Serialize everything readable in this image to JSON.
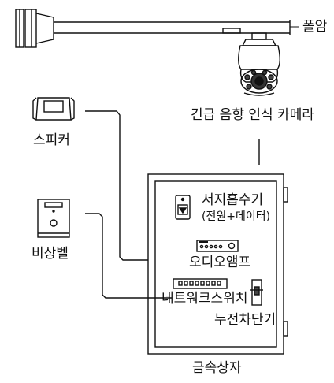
{
  "labels": {
    "pole": "폴암",
    "camera": "긴급 음향 인식 카메라",
    "speaker": "스피커",
    "emergency_bell": "비상벨",
    "surge_protector": "서지흡수기",
    "surge_protector_sub": "(전원+데이터)",
    "audio_amp": "오디오앰프",
    "network_switch": "네트워크스위치",
    "breaker": "누전차단기",
    "enclosure": "금속상자"
  }
}
